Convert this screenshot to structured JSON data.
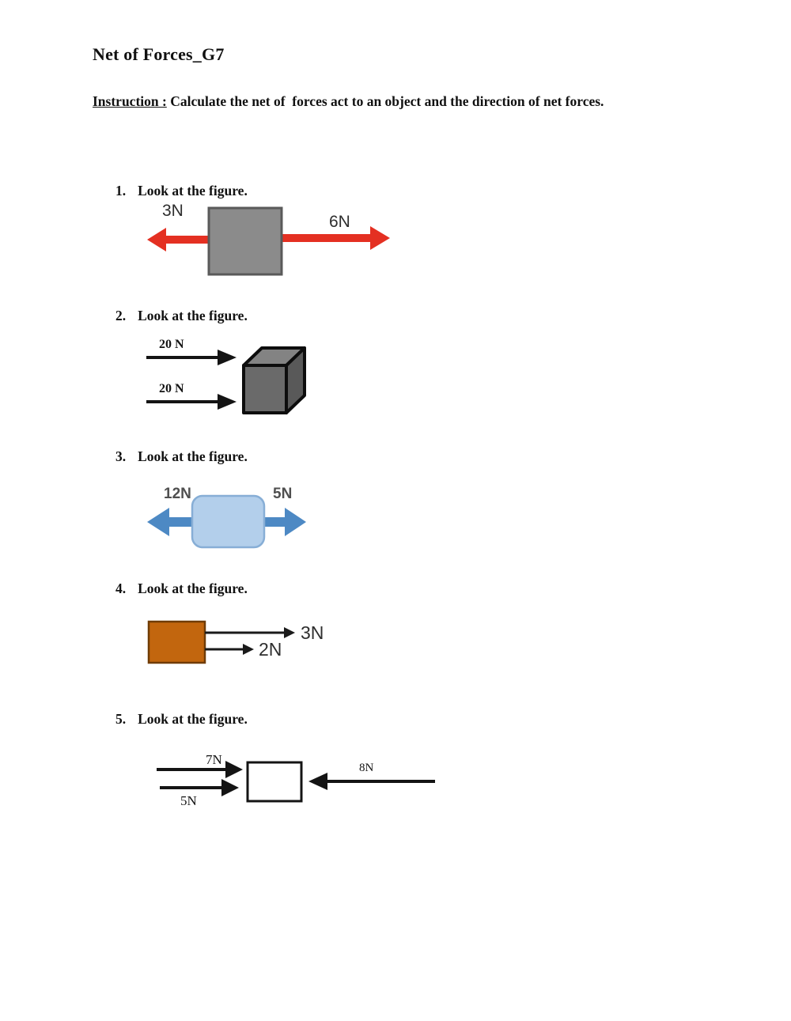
{
  "document": {
    "title": "Net of Forces_G7",
    "instruction_label": "Instruction :",
    "instruction_body": " Calculate the net of  forces act to an object and the direction of net forces."
  },
  "items": [
    {
      "number": "1.",
      "text": "Look at the figure."
    },
    {
      "number": "2.",
      "text": "Look at the figure."
    },
    {
      "number": "3.",
      "text": "Look at the figure."
    },
    {
      "number": "4.",
      "text": "Look at the figure."
    },
    {
      "number": "5.",
      "text": "Look at the figure."
    }
  ],
  "figures": {
    "fig1": {
      "left_label": "3N",
      "right_label": "6N",
      "arrow_color": "#e43022",
      "box_fill": "#8b8b8b",
      "box_border": "#5a5a5a"
    },
    "fig2": {
      "top_label": "20 N",
      "bottom_label": "20 N",
      "arrow_color": "#141414",
      "cube_front": "#6a6a6a",
      "cube_top": "#838383",
      "cube_side": "#595959",
      "cube_outline": "#0d0d0d"
    },
    "fig3": {
      "left_label": "12N",
      "right_label": "5N",
      "arrow_color": "#4d89c4",
      "box_fill": "#b3cfeb",
      "box_border": "#87aed6"
    },
    "fig4": {
      "top_label": "3N",
      "bottom_label": "2N",
      "arrow_color": "#1a1a1a",
      "box_fill": "#c2660e",
      "box_border": "#703c05"
    },
    "fig5": {
      "top_label": "7N",
      "bottom_label": "5N",
      "right_label": "8N",
      "arrow_color": "#141414",
      "box_fill": "#ffffff",
      "box_border": "#141414"
    }
  }
}
